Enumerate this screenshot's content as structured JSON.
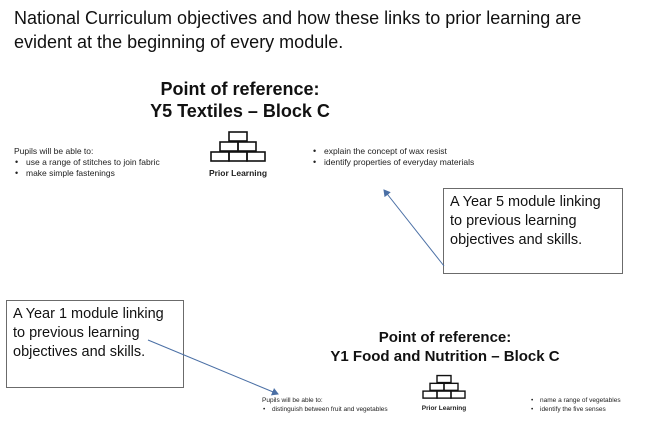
{
  "heading": "National Curriculum objectives and how these links to prior learning are evident at the beginning of every module.",
  "block1": {
    "title_line1": "Point of reference:",
    "title_line2": "Y5 Textiles – Block C",
    "left_intro": "Pupils will be able to:",
    "left_items": [
      "use a range of stitches to join fabric",
      "make simple fastenings"
    ],
    "icon": "bricks-pyramid-icon",
    "icon_label": "Prior Learning",
    "right_items": [
      "explain the concept of wax resist",
      "identify properties of everyday materials"
    ]
  },
  "callout_y5": "A Year 5 module linking to previous learning objectives and skills.",
  "callout_y1": "A Year 1 module linking to previous learning objectives and skills.",
  "block2": {
    "title_line1": "Point of reference:",
    "title_line2": "Y1 Food and Nutrition – Block C",
    "left_intro": "Pupils will be able to:",
    "left_items": [
      "distinguish between fruit and vegetables"
    ],
    "icon": "bricks-pyramid-icon",
    "icon_label": "Prior Learning",
    "right_items": [
      "name a range of vegetables",
      "identify the five senses"
    ]
  },
  "colors": {
    "arrow": "#4a6fa5",
    "callout_border": "#6b6b6b"
  }
}
